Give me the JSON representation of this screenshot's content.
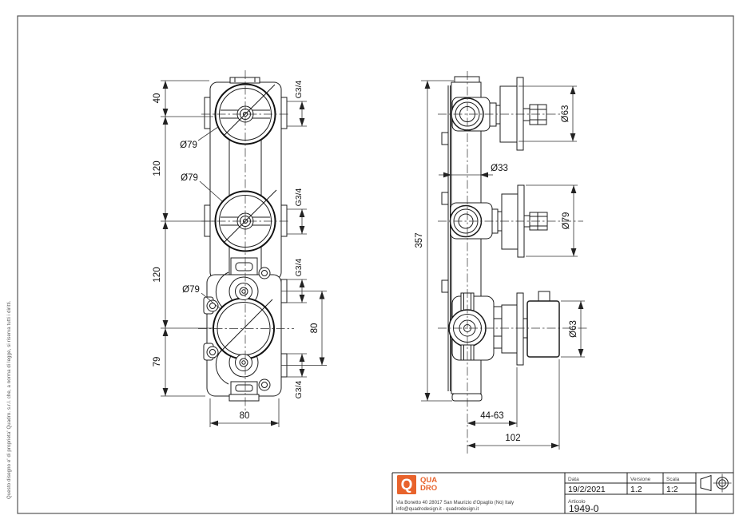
{
  "page": {
    "copyright_note": "Questo disegno e' di proprieta' Quadro. s.r.l. che, a norma di legge, si riserva tutti i diritti."
  },
  "front_view": {
    "dims": {
      "top_offset": "40",
      "pitch_1": "120",
      "pitch_2": "120",
      "bottom_offset": "79",
      "width": "80",
      "port_spacing": "80"
    },
    "diameters": {
      "top": "Ø79",
      "middle": "Ø79",
      "bottom": "Ø79"
    },
    "threads": {
      "top": "G3/4",
      "middle": "G3/4",
      "bottom_upper": "G3/4",
      "bottom_lower": "G3/4"
    }
  },
  "side_view": {
    "dims": {
      "height": "357",
      "depth_range": "44-63",
      "total_depth": "102"
    },
    "diameters": {
      "body": "Ø33",
      "top_trim": "Ø63",
      "middle_trim": "Ø79",
      "bottom_handle": "Ø63"
    }
  },
  "title_block": {
    "logo": {
      "q": "Q",
      "line1": "QUA",
      "line2": "DRO",
      "color": "#e8632c"
    },
    "address_line1": "Via Bonetto 40  28017 San Maurizio d'Opaglio (No) Italy",
    "address_line2": "info@quadrodesign.it  -  quadrodesign.it",
    "fields": {
      "data_label": "Data",
      "data_value": "19/2/2021",
      "versione_label": "Versione",
      "versione_value": "1.2",
      "scala_label": "Scala",
      "scala_value": "1:2",
      "articolo_label": "Articolo",
      "articolo_value": "1949-0"
    }
  }
}
